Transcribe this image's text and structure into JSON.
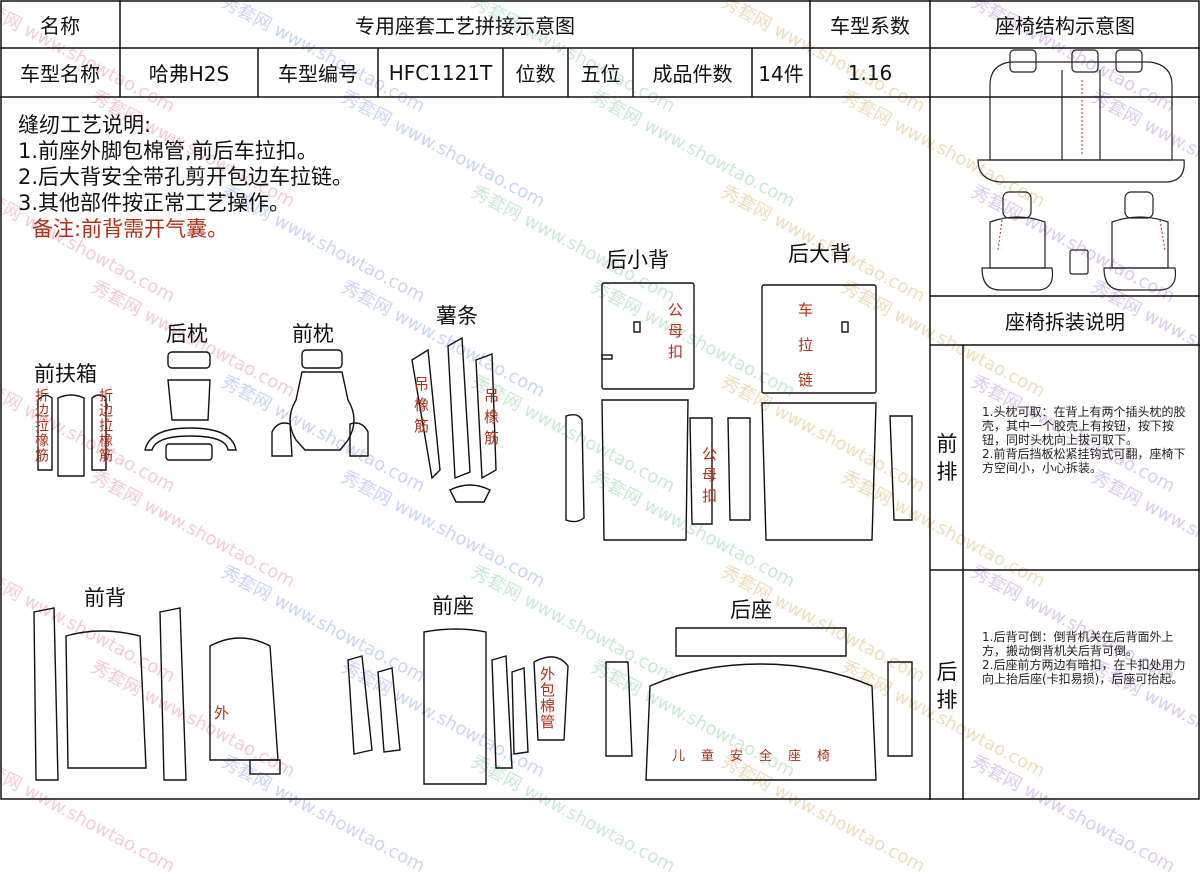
{
  "header": {
    "name_label": "名称",
    "title": "专用座套工艺拼接示意图",
    "coef_label": "车型系数",
    "structure_title": "座椅结构示意图"
  },
  "info": {
    "model_name_label": "车型名称",
    "model_name": "哈弗H2S",
    "model_code_label": "车型编号",
    "model_code": "HFC1121T",
    "seats_label": "位数",
    "seats": "五位",
    "pieces_label": "成品件数",
    "pieces": "14件",
    "coef_value": "1.16"
  },
  "notes": {
    "title": "缝纫工艺说明:",
    "items": [
      "1.前座外脚包棉管,前后车拉扣。",
      "2.后大背安全带孔剪开包边车拉链。",
      "3.其他部件按正常工艺操作。"
    ],
    "remark": "备注:前背需开气囊。"
  },
  "pieces": {
    "front_armrest": "前扶箱",
    "rear_headrest": "后枕",
    "front_headrest": "前枕",
    "side_strip": "薯条",
    "rear_small_back": "后小背",
    "rear_large_back": "后大背",
    "front_back": "前背",
    "front_seat": "前座",
    "rear_seat": "后座"
  },
  "annotations": {
    "fold_band": "折边拉橡筋",
    "hang_band": "吊橡筋",
    "male_female_clip": "公母扣",
    "zipper": "车拉链",
    "outer": "外",
    "wrap_cotton_tube": "外包棉管",
    "child_seat": "儿童安全座椅"
  },
  "disassembly": {
    "title": "座椅拆装说明",
    "front_row_label": "前排",
    "rear_row_label": "后排",
    "front_text": "1.头枕可取：在背上有两个插头枕的胶壳，其中一个胶壳上有按钮，按下按钮，同时头枕向上拔可取下。\n2.前背后挡板松紧挂钩式可翻，座椅下方空间小，小心拆装。",
    "rear_text": "1.后背可倒：倒背机关在后背面外上方，搬动倒背机关后背可倒。\n2.后座前方两边有暗扣，在卡扣处用力向上抬后座(卡扣易损)，后座可抬起。"
  },
  "watermark": {
    "cn": "秀套网",
    "url": "www.showtao.com"
  }
}
